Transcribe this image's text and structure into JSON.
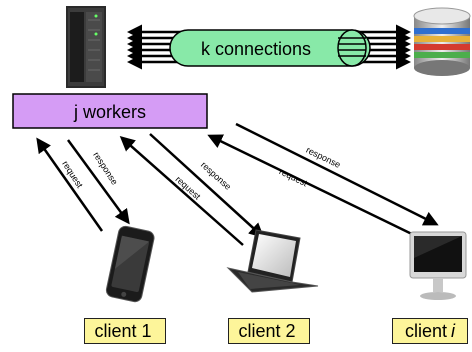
{
  "workers": {
    "label": "j workers"
  },
  "connections": {
    "label": "k connections"
  },
  "arrow_labels": {
    "request": "request",
    "response": "response"
  },
  "clients": [
    {
      "text": "client 1",
      "suffix": ""
    },
    {
      "text": "client 2",
      "suffix": ""
    },
    {
      "text": "client",
      "suffix": "i"
    }
  ],
  "icons": {
    "server": "server-rack-icon",
    "database": "database-icon",
    "phone": "smartphone-icon",
    "laptop": "laptop-icon",
    "desktop": "desktop-computer-icon"
  },
  "colors": {
    "workers_fill": "#d59cf5",
    "connections_fill": "#88e9a8",
    "client_fill": "#fdf59a"
  }
}
